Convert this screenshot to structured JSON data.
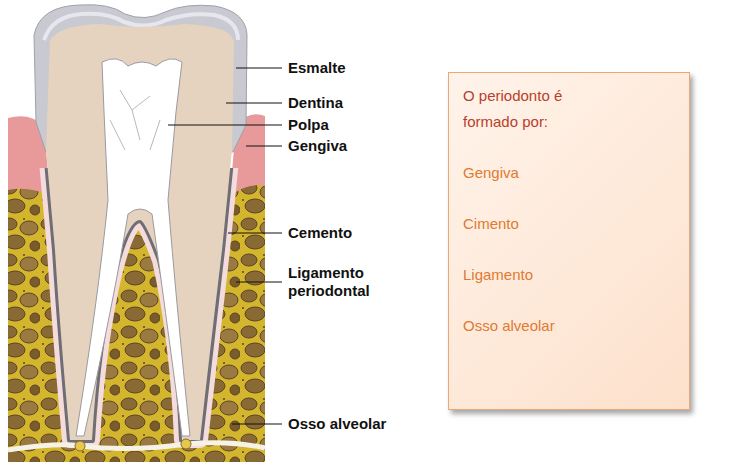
{
  "diagram": {
    "nodes": [
      {
        "text": [
          "O periodonto é formado por:",
          "Gengiva",
          "Cimento",
          "Ligamento",
          "Osso alveolar"
        ]
      }
    ],
    "labels": [
      "Esmalte",
      "Dentina",
      "Polpa",
      "Gengiva",
      "Cemento",
      "Ligamento periodontal",
      "Osso alveolar"
    ]
  }
}
